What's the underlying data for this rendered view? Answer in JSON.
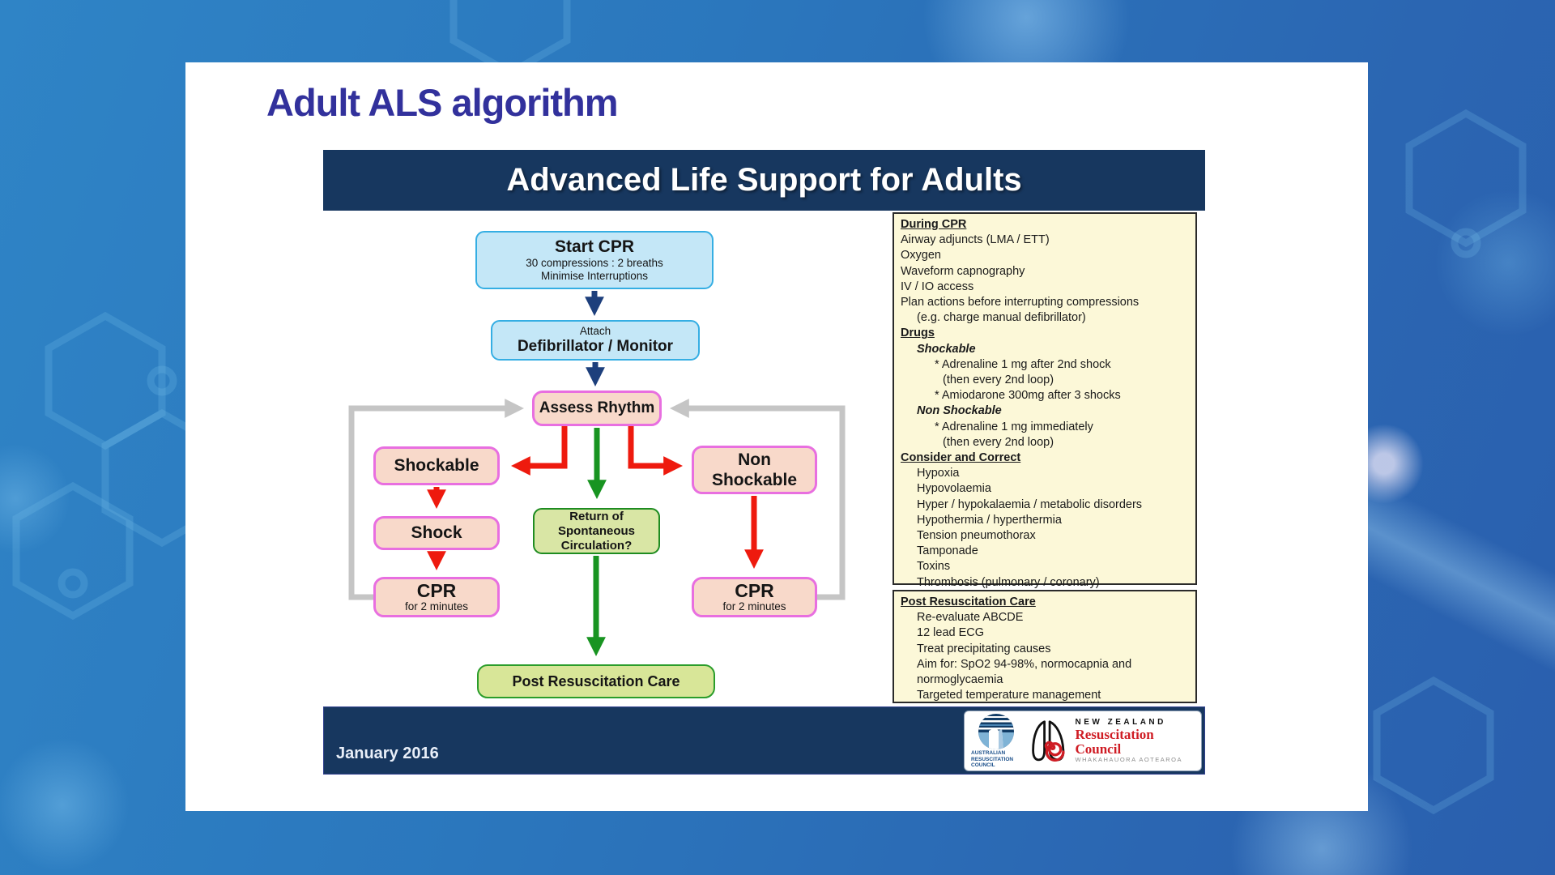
{
  "slide": {
    "title": "Adult ALS algorithm",
    "banner": "Advanced Life Support for Adults",
    "footer_date": "January 2016"
  },
  "flowchart": {
    "start_cpr": {
      "title": "Start CPR",
      "line1": "30 compressions : 2 breaths",
      "line2": "Minimise Interruptions"
    },
    "attach": {
      "line1": "Attach",
      "line2": "Defibrillator / Monitor"
    },
    "assess": {
      "label": "Assess Rhythm"
    },
    "shockable": {
      "label": "Shockable"
    },
    "shock": {
      "label": "Shock"
    },
    "cpr_left": {
      "title": "CPR",
      "sub": "for 2 minutes"
    },
    "rosc": {
      "line1": "Return of",
      "line2": "Spontaneous",
      "line3": "Circulation?"
    },
    "non_shockable": {
      "line1": "Non",
      "line2": "Shockable"
    },
    "cpr_right": {
      "title": "CPR",
      "sub": "for 2 minutes"
    },
    "post_resus": {
      "label": "Post Resuscitation Care"
    }
  },
  "panels": {
    "during_cpr": {
      "lines": [
        {
          "text": "During CPR",
          "style": "h"
        },
        {
          "text": "Airway adjuncts (LMA / ETT)",
          "style": "n"
        },
        {
          "text": "Oxygen",
          "style": "n"
        },
        {
          "text": "Waveform capnography",
          "style": "n"
        },
        {
          "text": "IV / IO access",
          "style": "n"
        },
        {
          "text": "Plan actions before interrupting compressions",
          "style": "n"
        },
        {
          "text": "(e.g. charge manual defibrillator)",
          "style": "i1"
        },
        {
          "text": "Drugs",
          "style": "h"
        },
        {
          "text": "Shockable",
          "style": "bi"
        },
        {
          "text": "* Adrenaline 1 mg after 2nd shock",
          "style": "b1"
        },
        {
          "text": "(then every 2nd loop)",
          "style": "b2"
        },
        {
          "text": "* Amiodarone 300mg after 3 shocks",
          "style": "b1"
        },
        {
          "text": "Non Shockable",
          "style": "bi"
        },
        {
          "text": "* Adrenaline 1 mg immediately",
          "style": "b1"
        },
        {
          "text": "(then every 2nd loop)",
          "style": "b2"
        },
        {
          "text": "Consider and Correct",
          "style": "h"
        },
        {
          "text": "Hypoxia",
          "style": "i1"
        },
        {
          "text": "Hypovolaemia",
          "style": "i1"
        },
        {
          "text": "Hyper / hypokalaemia / metabolic disorders",
          "style": "i1"
        },
        {
          "text": "Hypothermia / hyperthermia",
          "style": "i1"
        },
        {
          "text": "Tension pneumothorax",
          "style": "i1"
        },
        {
          "text": "Tamponade",
          "style": "i1"
        },
        {
          "text": "Toxins",
          "style": "i1"
        },
        {
          "text": "Thrombosis (pulmonary / coronary)",
          "style": "i1"
        }
      ]
    },
    "post_resus_care": {
      "lines": [
        {
          "text": "Post Resuscitation Care",
          "style": "h"
        },
        {
          "text": "Re-evaluate ABCDE",
          "style": "i1"
        },
        {
          "text": "12 lead ECG",
          "style": "i1"
        },
        {
          "text": "Treat precipitating causes",
          "style": "i1"
        },
        {
          "text": "Aim for: SpO2 94-98%, normocapnia and",
          "style": "i1"
        },
        {
          "text": "normoglycaemia",
          "style": "i1"
        },
        {
          "text": "Targeted temperature management",
          "style": "i1"
        }
      ]
    }
  },
  "logos": {
    "arc": {
      "caption": "Australian Resuscitation Council"
    },
    "nzrc": {
      "line1": "NEW ZEALAND",
      "line2": "Resuscitation Council",
      "line3": "WHAKAHAUORA AOTEAROA"
    }
  },
  "colors": {
    "background_blue": "#2b74bd",
    "banner_navy": "#17375f",
    "title_indigo": "#32319c",
    "box_light_blue_fill": "#c4e7f7",
    "box_light_blue_border": "#35aee3",
    "box_pink_fill": "#f8d9ca",
    "box_pink_border": "#e86fe0",
    "box_green_fill": "#d9e6a5",
    "box_green_border": "#1f8c21",
    "panel_cream": "#fcf8d8",
    "arrow_red": "#ee1a0e",
    "arrow_green": "#189421",
    "arrow_navy": "#1d3f7c",
    "loop_gray": "#c5c5c5",
    "nzrc_red": "#cf1c24"
  }
}
